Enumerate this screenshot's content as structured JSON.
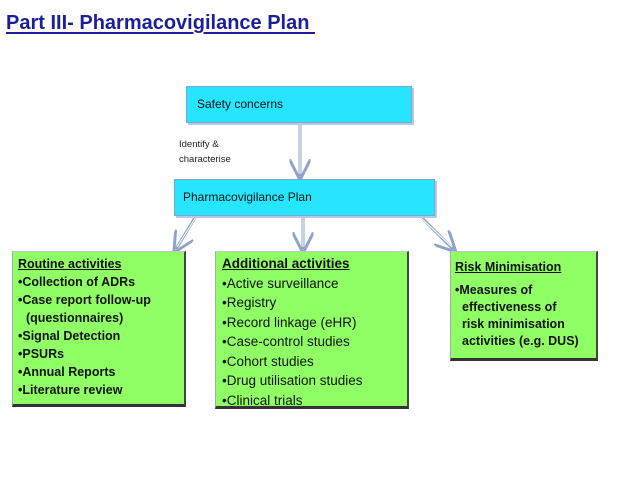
{
  "title": "Part III- Pharmacovigilance Plan ",
  "flow": {
    "safety_concerns": "Safety concerns",
    "identify_line1": "Identify &",
    "identify_line2": "characterise",
    "pv_plan": "Pharmacovigilance Plan"
  },
  "routine": {
    "heading": "Routine activities",
    "items": [
      "•Collection of ADRs",
      "•Case report follow-up",
      " (questionnaires)",
      "•Signal Detection",
      "•PSURs",
      "•Annual Reports",
      "•Literature review"
    ]
  },
  "additional": {
    "heading": "Additional activities",
    "items": [
      "•Active surveillance",
      "•Registry",
      "•Record linkage (eHR)",
      "•Case-control studies",
      "•Cohort studies",
      "•Drug utilisation studies",
      "•Clinical trials"
    ]
  },
  "risk": {
    "heading": "Risk Minimisation",
    "items": [
      "•Measures of",
      "effectiveness of",
      "risk minimisation",
      "activities (e.g. DUS)"
    ]
  },
  "colors": {
    "title": "#1c1f9a",
    "flow_box": "#26e6ff",
    "panel": "#90ff66"
  }
}
